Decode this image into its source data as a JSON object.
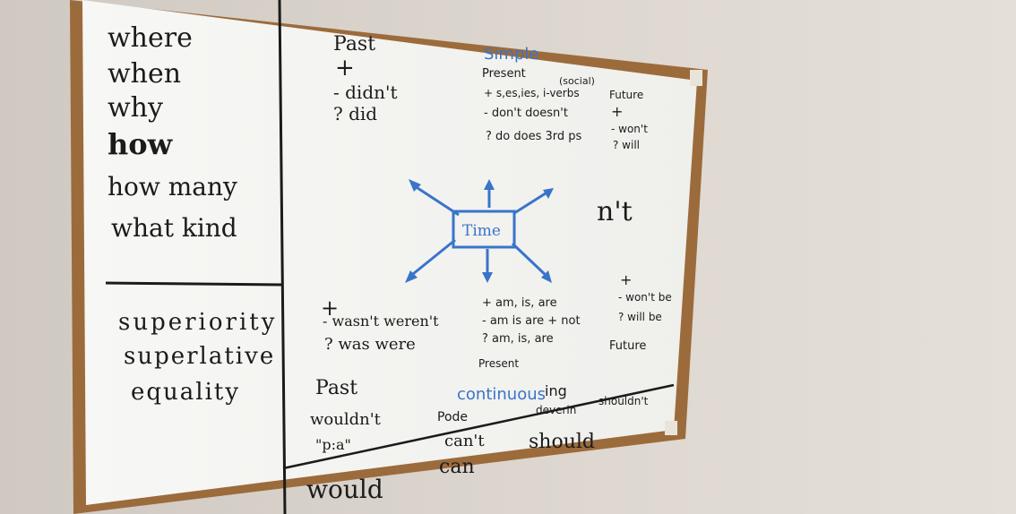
{
  "left_panel": {
    "questions": [
      "where",
      "when",
      "why",
      "how",
      "how many",
      "what kind"
    ],
    "comparisons": [
      "superiority",
      "superlative",
      "equality"
    ]
  },
  "simple": {
    "heading": "Simple",
    "past": {
      "title": "Past",
      "plus": "+",
      "minus_q": "- didn't",
      "question": "? did"
    },
    "present": {
      "title": "Present",
      "note": "(social)",
      "plus": "+ s,es,ies, i-verbs",
      "minus": "- don't doesn't",
      "question": "? do does 3rd ps"
    },
    "future": {
      "title": "Future",
      "plus": "+",
      "minus": "- won't",
      "question": "? will"
    }
  },
  "centre": {
    "label": "Time",
    "contraction": "n't"
  },
  "continuous": {
    "heading": "continuous",
    "ing": "ing",
    "past": {
      "plus": "+",
      "minus": "- wasn't weren't",
      "question": "? was were",
      "title": "Past"
    },
    "present": {
      "plus": "+ am, is, are",
      "minus": "- am is are + not",
      "question": "? am, is, are",
      "title": "Present"
    },
    "future": {
      "plus": "+",
      "minus": "- won't be",
      "question": "? will be",
      "title": "Future"
    }
  },
  "modals": {
    "col1": [
      "wouldn't",
      "\"p:a\"",
      "would"
    ],
    "col2": [
      "Pode",
      "can't",
      "can"
    ],
    "col3": [
      "deverin",
      "should",
      "shouldn't"
    ]
  },
  "colors": {
    "marker_blue": "#3a74c9",
    "marker_black": "#1b1b1b",
    "frame": "#9c6b3b",
    "wall": "#dcd6cf"
  }
}
